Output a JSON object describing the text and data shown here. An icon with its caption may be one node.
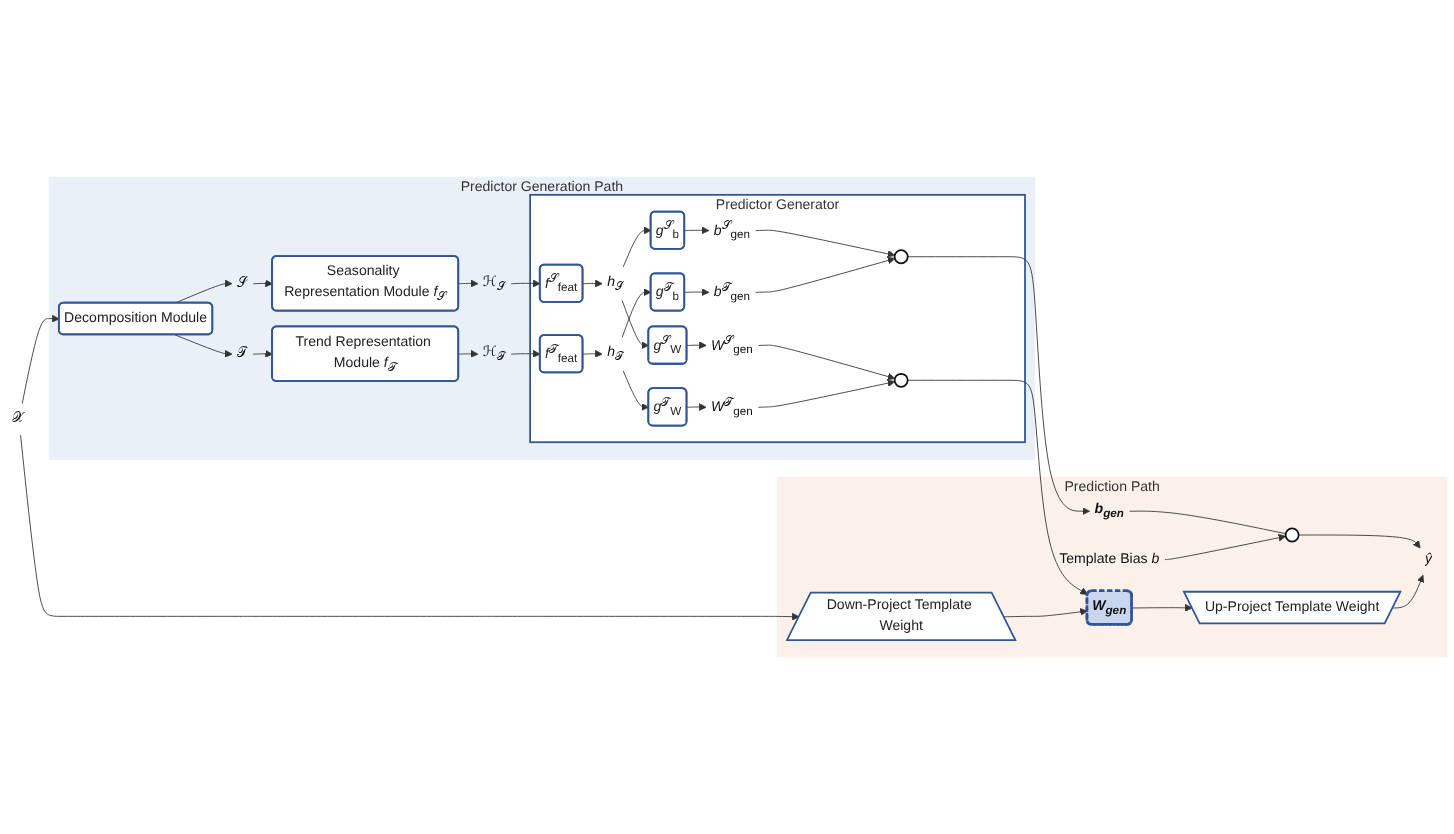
{
  "diagram": {
    "nodes": [
      {
        "text": [
          "Predictor Generation Path"
        ]
      },
      {
        "text": [
          "Seasonality Representation Module *f*$_{𝒮}$"
        ],
        "in": 0
      },
      {
        "text": [
          "Trend Representation Module *f*$_{𝒯}$"
        ],
        "in": 0
      },
      {
        "text": [
          "Decomposition Module"
        ],
        "in": 0
      },
      {
        "text": [
          "𝒮"
        ],
        "in": 0
      },
      {
        "text": [
          "𝒯"
        ],
        "in": 0
      },
      {
        "text": [
          "ℋ$_{𝒮}$"
        ],
        "in": 0
      },
      {
        "text": [
          "ℋ$_{𝒯}$"
        ],
        "in": 0
      },
      {
        "text": [
          "Predictor Generator"
        ],
        "in": 0
      },
      {
        "text": [
          "*f*$^{𝒮}$$_{feat}$"
        ],
        "in": 8
      },
      {
        "text": [
          "*h*$_{𝒮}$"
        ],
        "in": 8
      },
      {
        "text": [
          "*g*$^{𝒮}$$_{b}$"
        ],
        "in": 8
      },
      {
        "text": [
          "*g*$^{𝒮}$$_{W}$"
        ],
        "in": 8
      },
      {
        "text": [
          "*b*$^{𝒮}$$_{gen}$"
        ],
        "in": 8
      },
      {
        "text": [
          "*W*$^{𝒮}$$_{gen}$"
        ],
        "in": 8
      },
      {
        "text": [
          "*f*$^{𝒯}$$_{feat}$"
        ],
        "in": 8
      },
      {
        "text": [
          "*h*$_{𝒯}$"
        ],
        "in": 8
      },
      {
        "text": [
          "*g*$^{𝒯}$$_{W}$"
        ],
        "in": 8
      },
      {
        "text": [
          "*g*$^{𝒯}$$_{b}$"
        ],
        "in": 8
      },
      {
        "text": [
          "*W*$^{𝒯}$$_{gen}$"
        ],
        "in": 8
      },
      {
        "text": [
          "*b*$^{𝒯}$$_{gen}$"
        ],
        "in": 8
      },
      {
        "text": [],
        "shape": "circle",
        "in": 8
      },
      {
        "text": [],
        "shape": "circle",
        "in": 8
      },
      {
        "text": [
          "Prediction Path"
        ]
      },
      {
        "text": [
          "Template Bias *b*"
        ],
        "in": 23
      },
      {
        "text": [],
        "shape": "circle",
        "in": 23
      },
      {
        "text": [
          "*ŷ*"
        ],
        "in": 23
      },
      {
        "text": [
          "b$_{gen}$"
        ],
        "in": 23
      },
      {
        "text": [
          "Up-Project Template Weight"
        ],
        "in": 23
      },
      {
        "text": [
          "W$_{gen}$"
        ],
        "in": 23
      },
      {
        "text": [
          "Down-Project Template Weight"
        ],
        "in": 23
      },
      {
        "text": [
          "𝒳"
        ]
      }
    ],
    "edges": [
      {
        "from": 3,
        "to": 4,
        "arrow": "to"
      },
      {
        "from": 3,
        "to": 5,
        "arrow": "to"
      },
      {
        "from": 4,
        "to": 1,
        "arrow": "to"
      },
      {
        "from": 5,
        "to": 2,
        "arrow": "to"
      },
      {
        "from": 1,
        "to": 6,
        "arrow": "to"
      },
      {
        "from": 2,
        "to": 7,
        "arrow": "to"
      },
      {
        "from": 6,
        "to": 9,
        "arrow": "to"
      },
      {
        "from": 7,
        "to": 15,
        "arrow": "to"
      },
      {
        "from": 9,
        "to": 10,
        "arrow": "to"
      },
      {
        "from": 15,
        "to": 16,
        "arrow": "to"
      },
      {
        "from": 10,
        "to": 11,
        "arrow": "to"
      },
      {
        "from": 10,
        "to": 12,
        "arrow": "to"
      },
      {
        "from": 16,
        "to": 17,
        "arrow": "to"
      },
      {
        "from": 16,
        "to": 18,
        "arrow": "to"
      },
      {
        "from": 11,
        "to": 13,
        "arrow": "to"
      },
      {
        "from": 12,
        "to": 14,
        "arrow": "to"
      },
      {
        "from": 17,
        "to": 19,
        "arrow": "to"
      },
      {
        "from": 18,
        "to": 20,
        "arrow": "to"
      },
      {
        "from": 13,
        "to": 21,
        "arrow": "to"
      },
      {
        "from": 20,
        "to": 21,
        "arrow": "to"
      },
      {
        "from": 14,
        "to": 22,
        "arrow": "to"
      },
      {
        "from": 19,
        "to": 22,
        "arrow": "to"
      },
      {
        "from": 21,
        "to": 27,
        "arrow": "to"
      },
      {
        "from": 22,
        "to": 29,
        "arrow": "to"
      },
      {
        "from": 27,
        "to": 25,
        "arrow": "none"
      },
      {
        "from": 24,
        "to": 25,
        "arrow": "to"
      },
      {
        "from": 25,
        "to": 26,
        "arrow": "to"
      },
      {
        "from": 28,
        "to": 26,
        "arrow": "to"
      },
      {
        "from": 29,
        "to": 28,
        "arrow": "to"
      },
      {
        "from": 30,
        "to": 29,
        "arrow": "to"
      },
      {
        "from": 31,
        "to": 3,
        "arrow": "to"
      },
      {
        "from": 31,
        "to": 30,
        "arrow": "to"
      }
    ]
  }
}
